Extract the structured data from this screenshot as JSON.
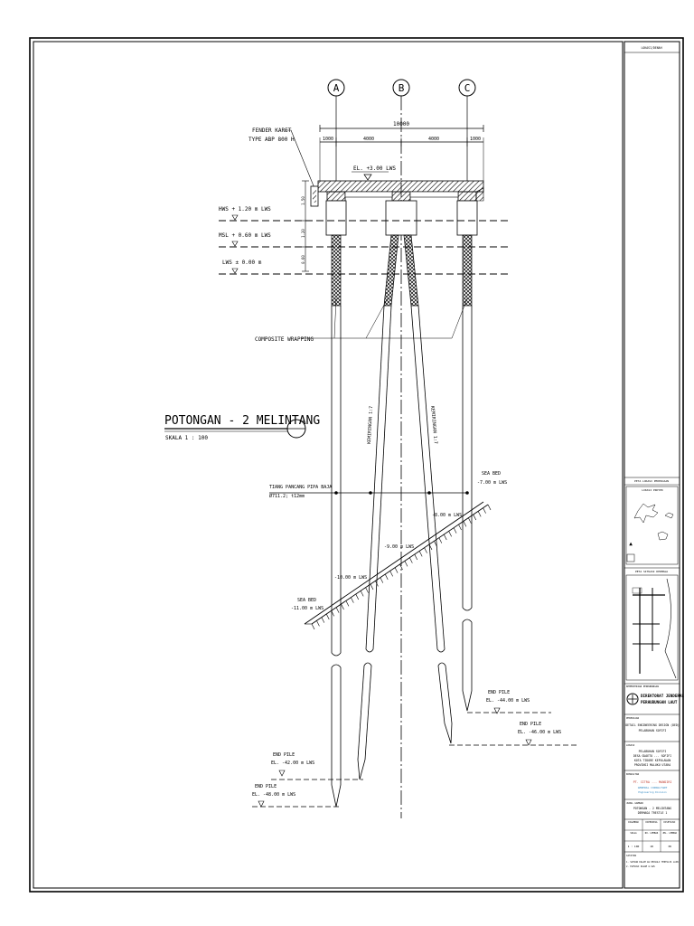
{
  "axes": [
    "A",
    "B",
    "C"
  ],
  "dims": {
    "total": "10000",
    "spans": [
      "1000",
      "4000",
      "4000",
      "1000"
    ]
  },
  "labels": {
    "fender_line1": "FENDER KARET",
    "fender_line2": "TYPE ABP 800 H",
    "deck_el": "EL. +3.00 LWS",
    "hws": "HWS + 1.20 m LWS",
    "msl": "MSL + 0.60 m LWS",
    "lws": "LWS ± 0.00 m",
    "composite": "COMPOSITE WRAPPING",
    "section_title": "POTONGAN - 2 MELINTANG",
    "scale": "SKALA 1 : 100",
    "pipe_spec_1": "TIANG PANCANG PIPA BAJA",
    "pipe_spec_2": "Ø711.2; t12mm",
    "sea_bed_right_1": "SEA BED",
    "sea_bed_right_2": "-7.00 m LWS",
    "sea_bed_left_1": "SEA BED",
    "sea_bed_left_2": "-11.00 m LWS",
    "seabed_mid1": "-8.00 m LWS",
    "seabed_mid2": "-9.00 m LWS",
    "seabed_mid3": "-10.00 m LWS",
    "batter_left": "KEMIRINGAN 1:7",
    "batter_right": "KEMIRINGAN 1:7",
    "end_pile_c_1": "END PILE",
    "end_pile_c_2": "EL. -44.00 m LWS",
    "end_pile_bc_1": "END PILE",
    "end_pile_bc_2": "EL. -46.00 m LWS",
    "end_pile_ab_1": "END PILE",
    "end_pile_ab_2": "EL. -42.00 m LWS",
    "end_pile_a_1": "END PILE",
    "end_pile_a_2": "EL. -48.00 m LWS",
    "vert_dim_1": "1.50",
    "vert_dim_2": "1.20",
    "vert_dim_3": "0.60"
  },
  "title_block": {
    "header": "LOKASI/DENAH",
    "key_plan_label": "PETA LOKASI PEKERJAAN",
    "key_map_title": "LOKASI PROYEK",
    "site_plan_label": "PETA SITUASI DERMAGA",
    "owner_small": "KEMENTERIAN PERHUBUNGAN",
    "owner_line1": "DIREKTORAT JENDERAL",
    "owner_line2": "PERHUBUNGAN LAUT",
    "project_label": "PEKERJAAN",
    "project_line1": "DETAIL ENGINEERING DESIGN (DED)",
    "project_line2": "PELABUHAN SOFIFI",
    "location_label": "LOKASI",
    "location_line1": "PELABUHAN SOFIFI",
    "location_line2": "DESA GUAETO ... SOFIFI",
    "location_line3": "KOTA TIDORE KEPULAUAN",
    "location_line4": "PROVINSI MALUKU UTARA",
    "consultant_label": "KONSULTAN",
    "consultant_line1": "PT. CITRA ... MANDIRI",
    "consultant_line2": "GENERAL CONSULTANT",
    "consultant_line3": "Engineering Division",
    "drawing_label": "JUDUL GAMBAR",
    "drawing_line1": "POTONGAN - 2 MELINTANG",
    "drawing_line2": "DERMAGA TRESTLE 1",
    "grid_row1": [
      "DIGAMBAR",
      "DIPERIKSA",
      "DISETUJUI"
    ],
    "grid_row2": [
      "SKALA",
      "NO. LEMBAR",
      "JML. LEMBAR"
    ],
    "grid_row3": [
      "1 : 100",
      "18",
      "38"
    ],
    "notes_label": "CATATAN",
    "note1": "1. SATUAN DALAM mm KECUALI TERTULIS LAIN",
    "note2": "2. ELEVASI DALAM m LWS"
  }
}
